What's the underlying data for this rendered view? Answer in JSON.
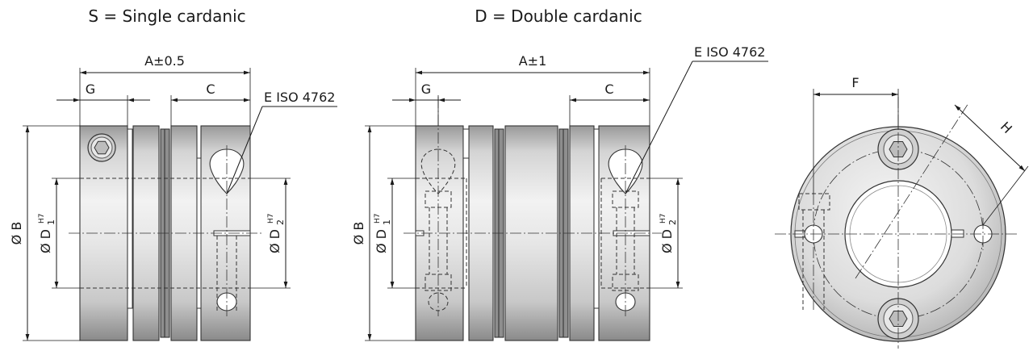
{
  "titles": {
    "single": "S = Single cardanic",
    "double": "D = Double cardanic"
  },
  "labels": {
    "a_single": "A±0.5",
    "a_double": "A±1",
    "g": "G",
    "c": "C",
    "e": "E ISO 4762",
    "f": "F",
    "h": "H",
    "b_phi": "Ø B",
    "d1_phi": "Ø D",
    "d1_sub": "1",
    "d2_phi": "Ø D",
    "d2_sub": "2",
    "tol": "H7"
  },
  "colors": {
    "metal_light": "#f2f2f2",
    "metal_mid": "#d4d4d4",
    "metal_dark": "#9a9a9a",
    "line": "#1a1a1a"
  },
  "icons": {
    "screw": "hex-socket-screw-icon",
    "phi": "diameter-symbol"
  }
}
